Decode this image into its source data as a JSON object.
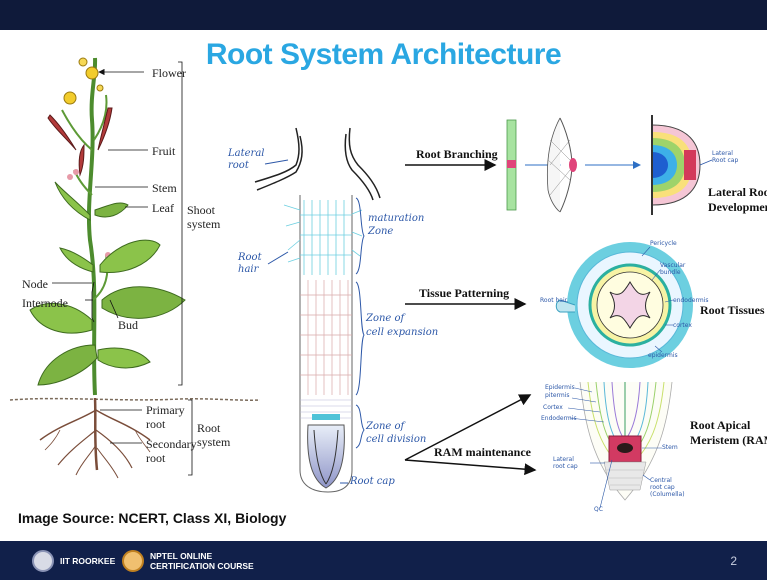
{
  "title": "Root System Architecture",
  "plant_labels": {
    "flower": "Flower",
    "fruit": "Fruit",
    "stem": "Stem",
    "leaf": "Leaf",
    "shoot_system": "Shoot\nsystem",
    "node": "Node",
    "internode": "Internode",
    "bud": "Bud",
    "primary_root": "Primary\nroot",
    "secondary_root": "Secondary\nroot",
    "root_system": "Root\nsystem"
  },
  "root_zones": {
    "lateral_root": "Lateral\nroot",
    "root_hair": "Root\nhair",
    "maturation_zone": "maturation\nZone",
    "cell_expansion": "Zone of\ncell expansion",
    "cell_division": "Zone of\ncell division",
    "root_cap": "Root cap"
  },
  "processes": {
    "root_branching": "Root Branching",
    "tissue_patterning": "Tissue Patterning",
    "ram_maintenance": "RAM maintenance"
  },
  "outcomes": {
    "lateral_root_development": "Lateral Root\nDevelopment",
    "root_tissues": "Root Tissues",
    "root_apical_meristem": "Root Apical\nMeristem (RAM)"
  },
  "annotations": {
    "lateral_root_cap": "Lateral\nRoot cap",
    "pericycle": "Pericycle",
    "vascular_bundle": "Vascular\nbundle",
    "endodermis": "endodermis",
    "cortex": "cortex",
    "epidermis": "epidermis",
    "root_hair_small": "Root hair",
    "ram_labels_left": [
      "Epidermis",
      "pitermis",
      "Cortex",
      "Endodermis"
    ],
    "stem_cells": "Stem",
    "lateral_root_cap_2": "Lateral\nroot cap",
    "qc": "QC",
    "central_root_cap": "Central\nroot cap\n(Columella)"
  },
  "image_source": "Image Source: NCERT, Class XI, Biology",
  "footer": {
    "institute": "IIT ROORKEE",
    "course_line1": "NPTEL ONLINE",
    "course_line2": "CERTIFICATION COURSE",
    "page_number": "2"
  }
}
